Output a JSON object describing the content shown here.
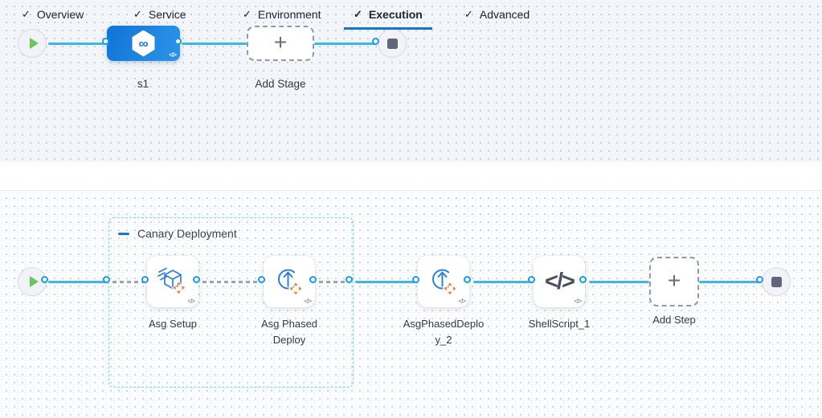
{
  "pipeline_stages": {
    "start_icon": "play-icon",
    "end_icon": "stop-icon",
    "stage": {
      "name": "s1",
      "code_badge": "</>"
    },
    "add_stage_label": "Add Stage",
    "plus": "+"
  },
  "tabs": {
    "active": "Execution",
    "check_glyph": "✓",
    "items": [
      {
        "label": "Overview"
      },
      {
        "label": "Service"
      },
      {
        "label": "Environment"
      },
      {
        "label": "Execution"
      },
      {
        "label": "Advanced"
      }
    ]
  },
  "execution": {
    "group_label": "Canary Deployment",
    "steps": [
      {
        "name": "Asg Setup",
        "icon": "asg-setup-icon",
        "code_badge": "</>"
      },
      {
        "name": "Asg Phased Deploy",
        "icon": "asg-phased-deploy-icon",
        "code_badge": "</>"
      },
      {
        "name": "AsgPhasedDeploy_2",
        "icon": "asg-phased-deploy-icon",
        "code_badge": "</>"
      },
      {
        "name": "ShellScript_1",
        "icon": "shell-script-icon",
        "code_badge": "</>"
      }
    ],
    "add_step_label": "Add Step",
    "plus": "+"
  },
  "colors": {
    "accent_blue": "#1673cf",
    "line_blue": "#41b5ea",
    "connector_blue": "#1a9be8",
    "stage_blue": "#1b82e0",
    "move_orange": "#f28034",
    "play_green": "#68c85c",
    "group_dash_blue": "#74cff2"
  }
}
